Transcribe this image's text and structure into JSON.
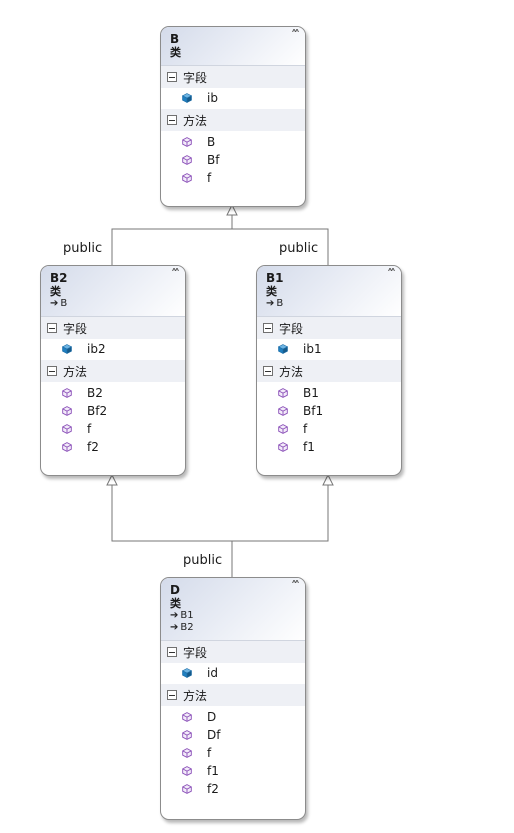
{
  "inheritance": {
    "label_b2_to_b": "public",
    "label_b1_to_b": "public",
    "label_d": "public"
  },
  "classes": {
    "B": {
      "name": "B",
      "kind": "类",
      "bases": [],
      "fields_label": "字段",
      "fields": [
        "ib"
      ],
      "methods_label": "方法",
      "methods": [
        "B",
        "Bf",
        "f"
      ]
    },
    "B2": {
      "name": "B2",
      "kind": "类",
      "bases": [
        "B"
      ],
      "fields_label": "字段",
      "fields": [
        "ib2"
      ],
      "methods_label": "方法",
      "methods": [
        "B2",
        "Bf2",
        "f",
        "f2"
      ]
    },
    "B1": {
      "name": "B1",
      "kind": "类",
      "bases": [
        "B"
      ],
      "fields_label": "字段",
      "fields": [
        "ib1"
      ],
      "methods_label": "方法",
      "methods": [
        "B1",
        "Bf1",
        "f",
        "f1"
      ]
    },
    "D": {
      "name": "D",
      "kind": "类",
      "bases": [
        "B1",
        "B2"
      ],
      "fields_label": "字段",
      "fields": [
        "id"
      ],
      "methods_label": "方法",
      "methods": [
        "D",
        "Df",
        "f",
        "f1",
        "f2"
      ]
    }
  },
  "colors": {
    "border": "#8c8c8c",
    "header_tint": "#d4dbea",
    "section_bg": "#eef0f5",
    "field_icon": "#1f7fc0",
    "method_icon": "#8a4fb8",
    "connector": "#777777"
  },
  "icons": {
    "collapse": "double-chevron-up-icon",
    "field": "field-cube-icon",
    "method": "method-cube-icon",
    "base": "inherit-arrow-icon"
  }
}
